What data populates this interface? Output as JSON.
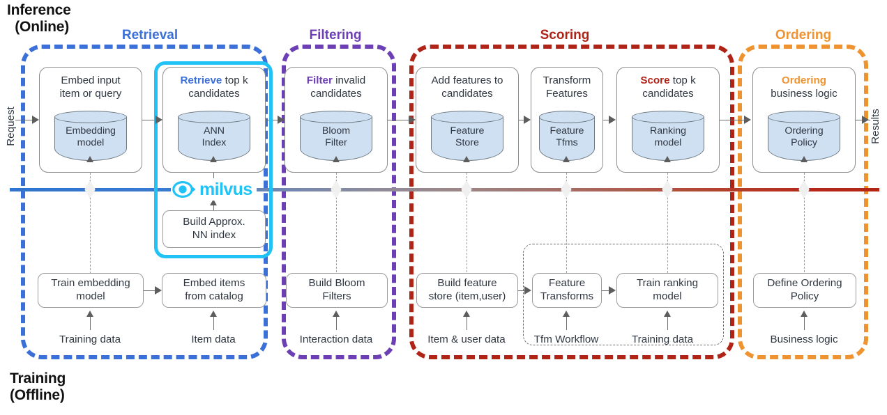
{
  "corner_captions": {
    "inference": "Inference\n  (Online)",
    "training": "Training\n(Offline)"
  },
  "side_labels": {
    "request": "Request",
    "results": "Results"
  },
  "brand": {
    "name": "milvus",
    "logo_icon": "milvus-eye-icon",
    "color": "#21c3f7"
  },
  "colors": {
    "retrieval": "#3a70d8",
    "filtering": "#6c3fb5",
    "scoring": "#b02418",
    "ordering": "#ef9330",
    "milvus_highlight": "#21c3f7",
    "cylinder_fill": "#cfe0f2",
    "node_border": "#8c8c8c",
    "text": "#2f3640"
  },
  "stages": [
    {
      "id": "retrieval",
      "title": "Retrieval",
      "color": "#3a70d8"
    },
    {
      "id": "filtering",
      "title": "Filtering",
      "color": "#6c3fb5"
    },
    {
      "id": "scoring",
      "title": "Scoring",
      "color": "#b02418"
    },
    {
      "id": "ordering",
      "title": "Ordering",
      "color": "#ef9330"
    }
  ],
  "online_nodes": [
    {
      "id": "embed-input",
      "title_emphasis": "",
      "title_rest": "Embed input\nitem or query",
      "store": "Embedding\nmodel"
    },
    {
      "id": "retrieve-topk",
      "title_emphasis": "Retrieve",
      "title_rest": " top k\ncandidates",
      "store": "ANN\nIndex"
    },
    {
      "id": "filter-invalid",
      "title_emphasis": "Filter",
      "title_rest": "  invalid\ncandidates",
      "store": "Bloom\nFilter"
    },
    {
      "id": "add-features",
      "title_emphasis": "",
      "title_rest": "Add features to\ncandidates",
      "store": "Feature\nStore"
    },
    {
      "id": "transform-features",
      "title_emphasis": "",
      "title_rest": "Transform\nFeatures",
      "store": "Feature\nTfms"
    },
    {
      "id": "score-topk",
      "title_emphasis": "Score",
      "title_rest": " top k\ncandidates",
      "store": "Ranking\nmodel"
    },
    {
      "id": "ordering-logic",
      "title_emphasis": "Ordering",
      "title_rest": "\nbusiness logic",
      "store": "Ordering\nPolicy"
    }
  ],
  "offline_nodes": [
    {
      "id": "build-ann-index",
      "label": "Build Approx.\nNN index"
    },
    {
      "id": "train-embedding",
      "label": "Train embedding\nmodel"
    },
    {
      "id": "embed-items",
      "label": "Embed items\nfrom catalog"
    },
    {
      "id": "build-bloom-filters",
      "label": "Build Bloom\nFilters"
    },
    {
      "id": "build-feature-store",
      "label": "Build feature\nstore (item,user)"
    },
    {
      "id": "feature-transforms",
      "label": "Feature\nTransforms"
    },
    {
      "id": "train-ranking-model",
      "label": "Train ranking\nmodel"
    },
    {
      "id": "define-ordering",
      "label": "Define Ordering\nPolicy"
    }
  ],
  "data_sources": [
    {
      "id": "training-data-1",
      "label": "Training data"
    },
    {
      "id": "item-data",
      "label": "Item data"
    },
    {
      "id": "interaction-data",
      "label": "Interaction data"
    },
    {
      "id": "item-user-data",
      "label": "Item & user data"
    },
    {
      "id": "tfm-workflow",
      "label": "Tfm Workflow"
    },
    {
      "id": "training-data-2",
      "label": "Training data"
    },
    {
      "id": "business-logic",
      "label": "Business logic"
    }
  ]
}
